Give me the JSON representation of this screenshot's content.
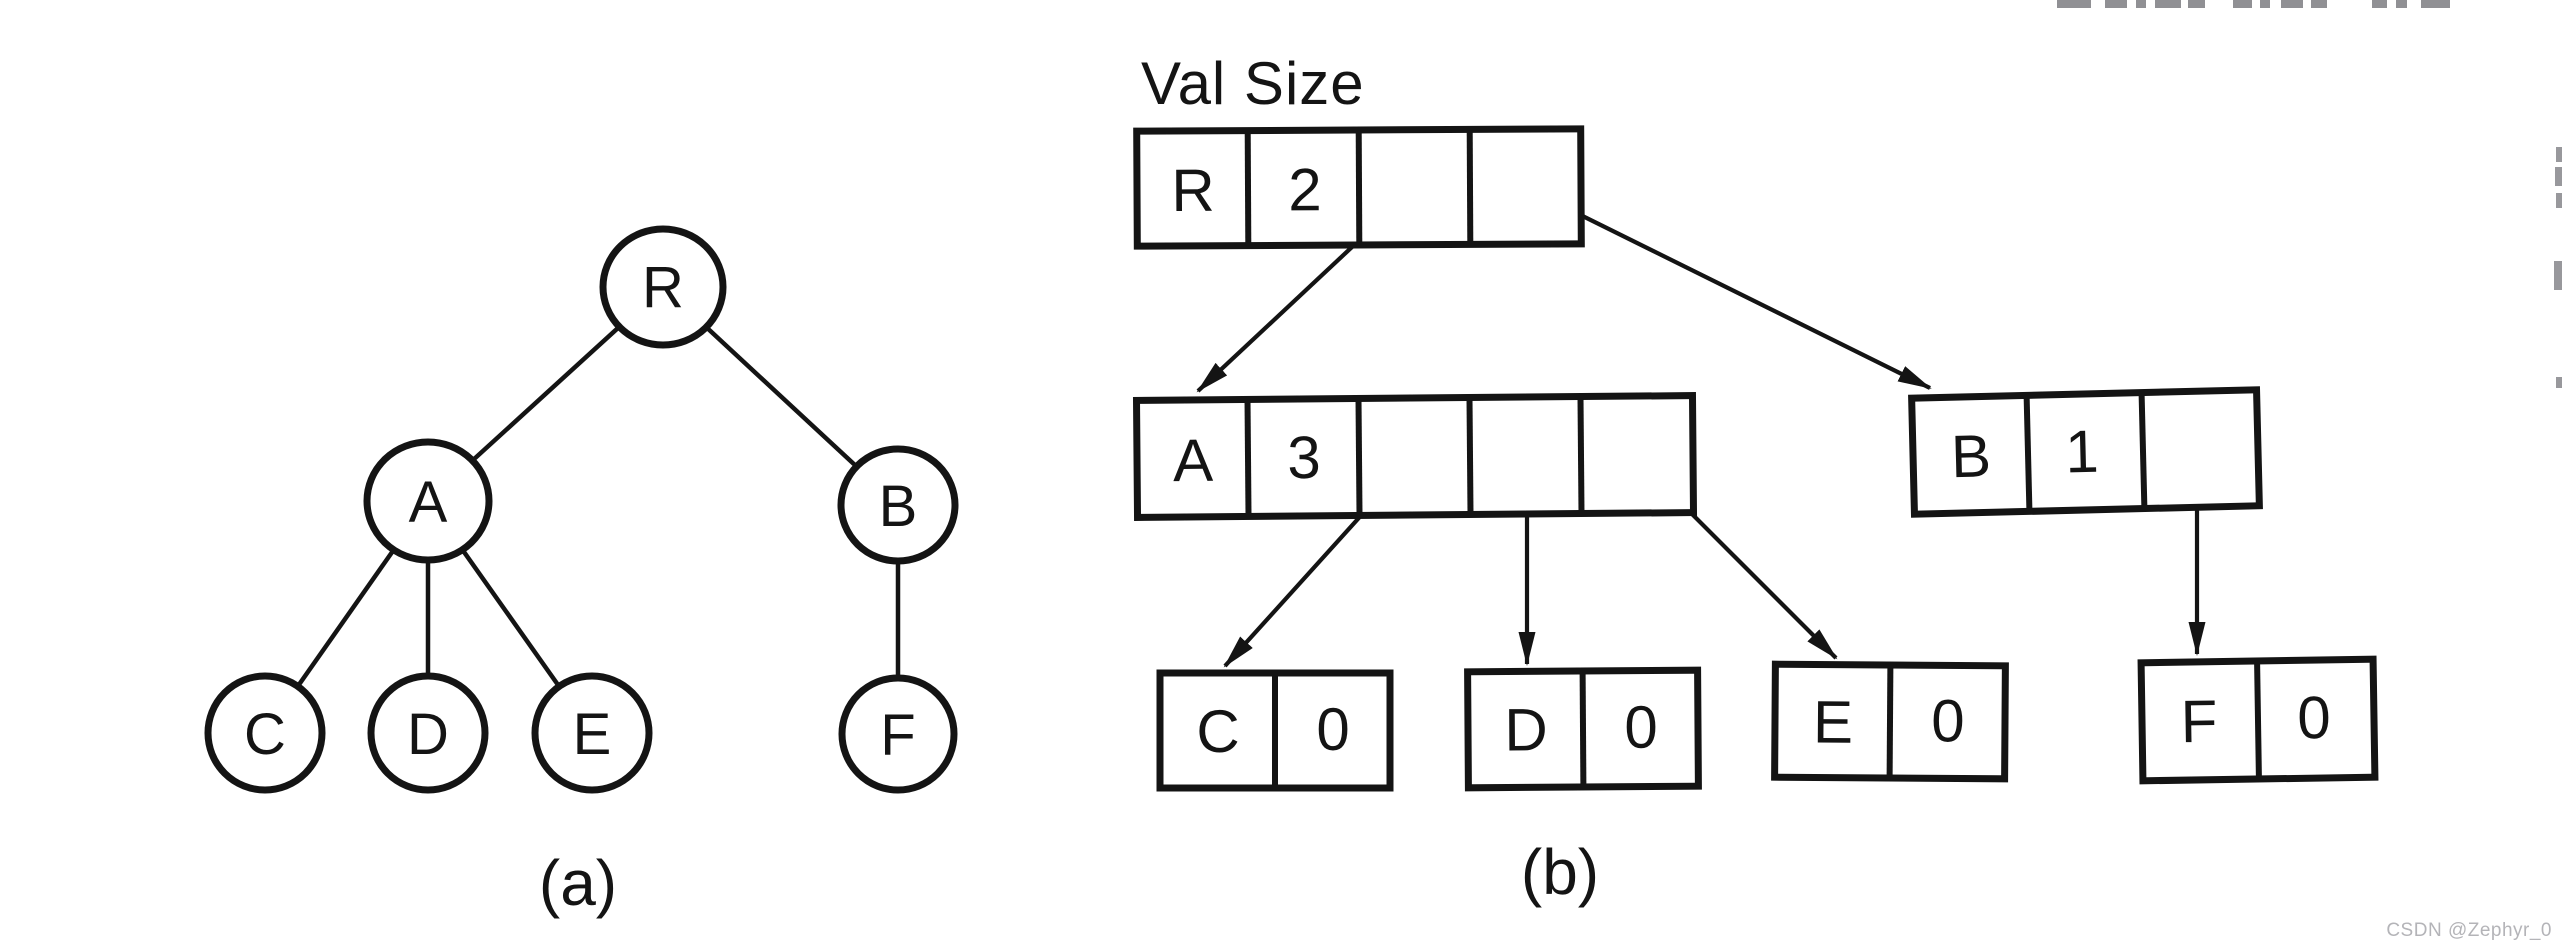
{
  "figure": {
    "columns_header": "Val Size",
    "panel_a_label": "(a)",
    "panel_b_label": "(b)"
  },
  "tree_a": {
    "nodes": [
      "R",
      "A",
      "B",
      "C",
      "D",
      "E",
      "F"
    ],
    "edges": [
      [
        "R",
        "A"
      ],
      [
        "R",
        "B"
      ],
      [
        "A",
        "C"
      ],
      [
        "A",
        "D"
      ],
      [
        "A",
        "E"
      ],
      [
        "B",
        "F"
      ]
    ]
  },
  "list_b": {
    "records": [
      {
        "val": "R",
        "size": "2",
        "pointers": [
          "A",
          "B"
        ]
      },
      {
        "val": "A",
        "size": "3",
        "pointers": [
          "C",
          "D",
          "E"
        ]
      },
      {
        "val": "B",
        "size": "1",
        "pointers": [
          "F"
        ]
      },
      {
        "val": "C",
        "size": "0",
        "pointers": []
      },
      {
        "val": "D",
        "size": "0",
        "pointers": []
      },
      {
        "val": "E",
        "size": "0",
        "pointers": []
      },
      {
        "val": "F",
        "size": "0",
        "pointers": []
      }
    ]
  },
  "watermark": {
    "text": "CSDN @Zephyr_0",
    "color": "#b4b4b8"
  }
}
